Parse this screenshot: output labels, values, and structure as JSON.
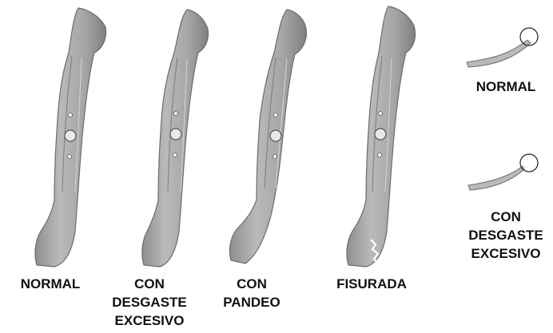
{
  "blades": [
    {
      "id": "normal",
      "lines": [
        "NORMAL"
      ]
    },
    {
      "id": "worn",
      "lines": [
        "CON",
        "DESGASTE",
        "EXCESIVO"
      ]
    },
    {
      "id": "bent",
      "lines": [
        "CON",
        "PANDEO"
      ]
    },
    {
      "id": "cracked",
      "lines": [
        "FISURADA"
      ]
    }
  ],
  "edges": [
    {
      "id": "edge-normal",
      "lines": [
        "NORMAL"
      ]
    },
    {
      "id": "edge-worn",
      "lines": [
        "CON",
        "DESGASTE",
        "EXCESIVO"
      ]
    }
  ],
  "colors": {
    "blade_fill": "#a9aaab",
    "blade_edge": "#6b6c6d",
    "label_text": "#111111"
  }
}
